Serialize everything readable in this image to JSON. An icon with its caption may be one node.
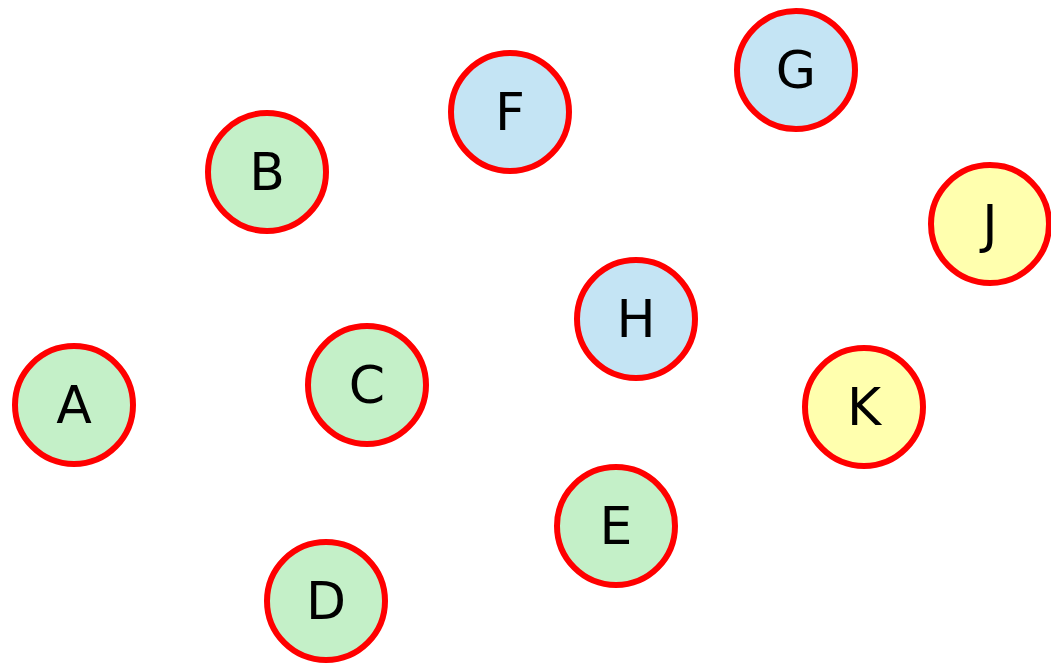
{
  "diagram": {
    "nodes": [
      {
        "text": [
          "A"
        ]
      },
      {
        "text": [
          "B"
        ]
      },
      {
        "text": [
          "C"
        ]
      },
      {
        "text": [
          "D"
        ]
      },
      {
        "text": [
          "E"
        ]
      },
      {
        "text": [
          "F"
        ]
      },
      {
        "text": [
          "G"
        ]
      },
      {
        "text": [
          "H"
        ]
      },
      {
        "text": [
          "J"
        ]
      },
      {
        "text": [
          "K"
        ]
      }
    ]
  }
}
